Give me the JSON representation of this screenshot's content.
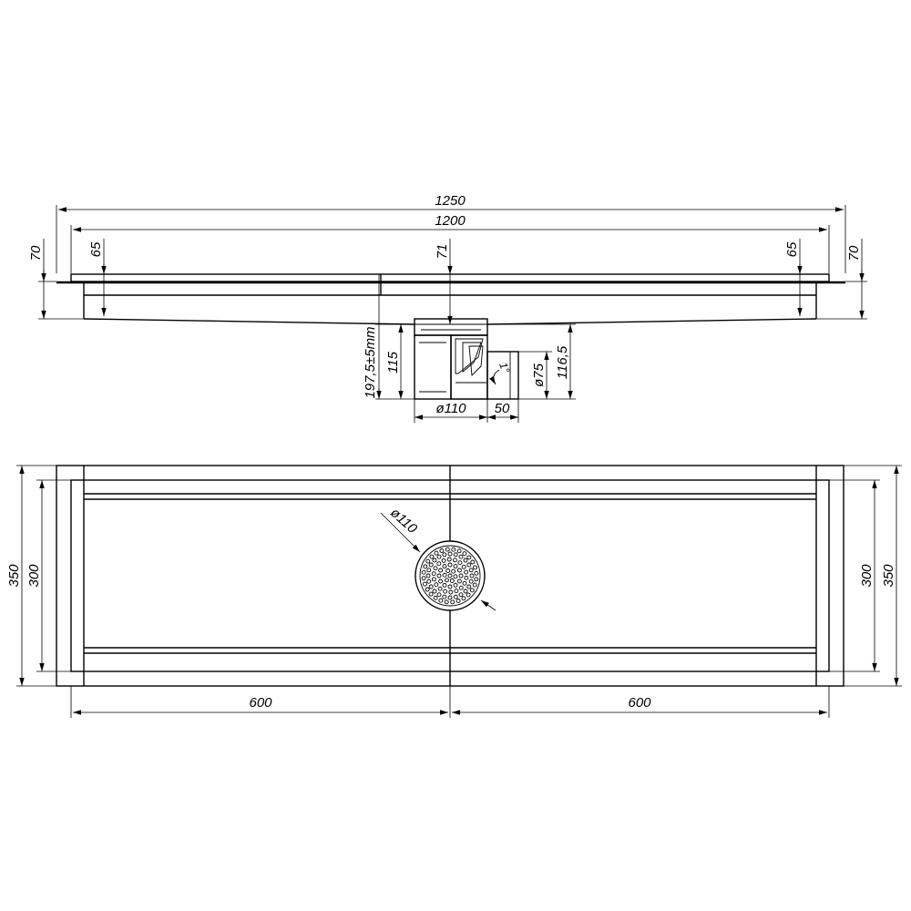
{
  "side_view": {
    "dim_overall_length": "1250",
    "dim_drain_length": "1200",
    "dim_left_height": "70",
    "dim_right_height": "70",
    "dim_left_depth": "65",
    "dim_right_depth": "65",
    "dim_center_depth": "71",
    "dim_total_height": "197,5±5mm",
    "dim_trap_height": "115",
    "dim_outlet_height": "116,5",
    "dim_outlet_diameter": "ø75",
    "dim_trap_diameter": "ø110",
    "dim_outlet_length": "50",
    "slope_mark": "1°"
  },
  "top_view": {
    "dim_left_outer_width": "350",
    "dim_left_inner_width": "300",
    "dim_right_inner_width": "300",
    "dim_right_outer_width": "350",
    "dim_grate_diameter": "ø110",
    "dim_left_half": "600",
    "dim_right_half": "600"
  }
}
